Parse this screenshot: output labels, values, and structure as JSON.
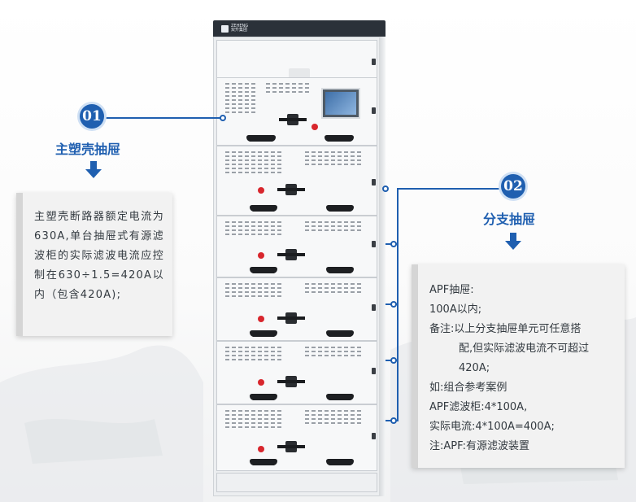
{
  "brand": {
    "logo_text_1": "ZEHENG",
    "logo_text_2": "双升集团"
  },
  "callout1": {
    "badge": "01",
    "title": "主塑壳抽屉",
    "description": "主塑壳断路器额定电流为630A,单台抽屉式有源滤波柜的实际滤波电流应控制在630÷1.5=420A以内（包含420A);"
  },
  "callout2": {
    "badge": "02",
    "title": "分支抽屉",
    "lines": [
      "APF抽屉:",
      "100A以内;",
      "备注:以上分支抽屉单元可任意搭",
      "配,但实际滤波电流不可超过",
      "420A;",
      "如:组合参考案例",
      "APF滤波柜:4*100A,",
      "实际电流:4*100A=400A;",
      "注:APF:有源滤波装置"
    ]
  },
  "colors": {
    "accent": "#1f5fb0",
    "panel_bg": "#f2f2f2",
    "cabinet_top": "#2b3139"
  },
  "icons": [
    "world-map-background",
    "down-arrow-icon",
    "number-badge"
  ]
}
